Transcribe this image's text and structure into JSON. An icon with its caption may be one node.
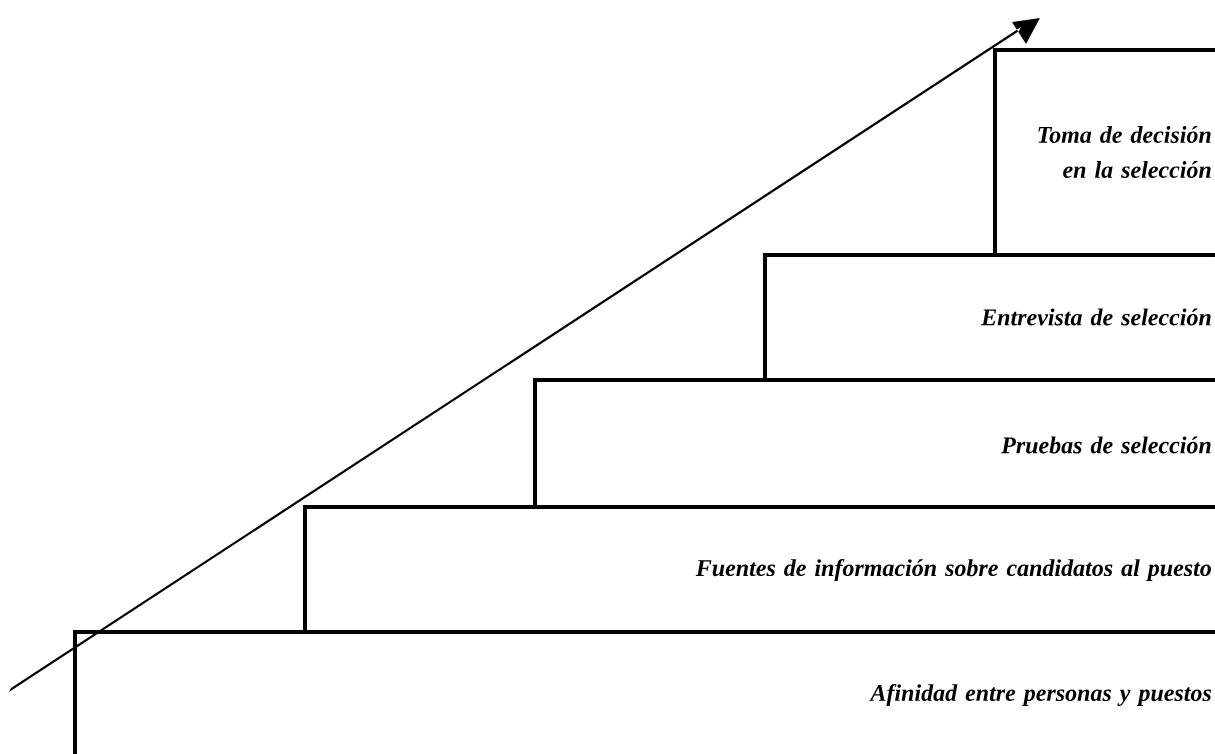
{
  "diagram": {
    "nodes": [
      {
        "text": [
          "Toma de decisión en la selección"
        ]
      },
      {
        "text": [
          "Entrevista de selección"
        ]
      },
      {
        "text": [
          "Pruebas de selección"
        ]
      },
      {
        "text": [
          "Fuentes de información sobre candidatos al puesto"
        ]
      },
      {
        "text": [
          "Afinidad entre personas y puestos"
        ]
      }
    ]
  }
}
